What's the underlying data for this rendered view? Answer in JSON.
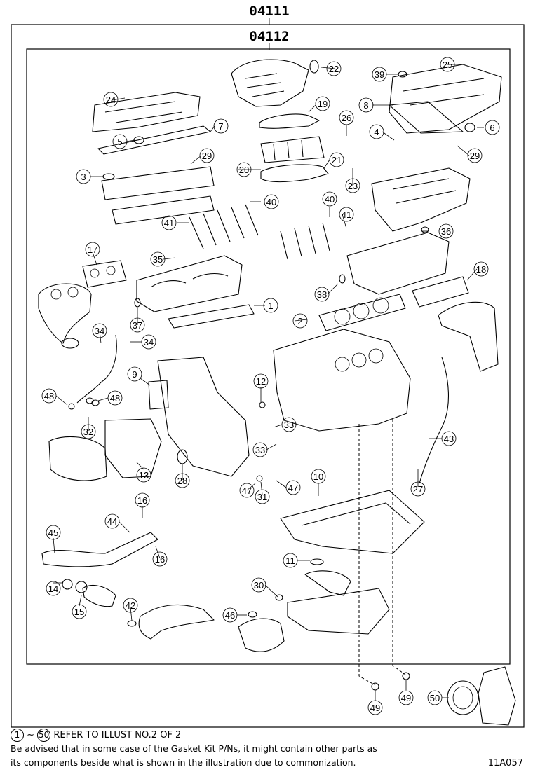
{
  "kits": {
    "outer": "04111",
    "inner": "04112"
  },
  "callouts": [
    {
      "id": "c1",
      "num": "1"
    },
    {
      "id": "c2",
      "num": "2"
    },
    {
      "id": "c3",
      "num": "3"
    },
    {
      "id": "c4",
      "num": "4"
    },
    {
      "id": "c5",
      "num": "5"
    },
    {
      "id": "c6",
      "num": "6"
    },
    {
      "id": "c7",
      "num": "7"
    },
    {
      "id": "c8",
      "num": "8"
    },
    {
      "id": "c9",
      "num": "9"
    },
    {
      "id": "c10",
      "num": "10"
    },
    {
      "id": "c11",
      "num": "11"
    },
    {
      "id": "c12",
      "num": "12"
    },
    {
      "id": "c13",
      "num": "13"
    },
    {
      "id": "c14",
      "num": "14"
    },
    {
      "id": "c15",
      "num": "15"
    },
    {
      "id": "c16a",
      "num": "16"
    },
    {
      "id": "c16b",
      "num": "16"
    },
    {
      "id": "c17",
      "num": "17"
    },
    {
      "id": "c18",
      "num": "18"
    },
    {
      "id": "c19",
      "num": "19"
    },
    {
      "id": "c20",
      "num": "20"
    },
    {
      "id": "c21",
      "num": "21"
    },
    {
      "id": "c22",
      "num": "22"
    },
    {
      "id": "c23",
      "num": "23"
    },
    {
      "id": "c24",
      "num": "24"
    },
    {
      "id": "c25",
      "num": "25"
    },
    {
      "id": "c26",
      "num": "26"
    },
    {
      "id": "c27",
      "num": "27"
    },
    {
      "id": "c28",
      "num": "28"
    },
    {
      "id": "c29a",
      "num": "29"
    },
    {
      "id": "c29b",
      "num": "29"
    },
    {
      "id": "c30",
      "num": "30"
    },
    {
      "id": "c31",
      "num": "31"
    },
    {
      "id": "c32",
      "num": "32"
    },
    {
      "id": "c33a",
      "num": "33"
    },
    {
      "id": "c33b",
      "num": "33"
    },
    {
      "id": "c34a",
      "num": "34"
    },
    {
      "id": "c34b",
      "num": "34"
    },
    {
      "id": "c35",
      "num": "35"
    },
    {
      "id": "c36",
      "num": "36"
    },
    {
      "id": "c37",
      "num": "37"
    },
    {
      "id": "c38",
      "num": "38"
    },
    {
      "id": "c39",
      "num": "39"
    },
    {
      "id": "c40a",
      "num": "40"
    },
    {
      "id": "c40b",
      "num": "40"
    },
    {
      "id": "c41a",
      "num": "41"
    },
    {
      "id": "c41b",
      "num": "41"
    },
    {
      "id": "c42",
      "num": "42"
    },
    {
      "id": "c43",
      "num": "43"
    },
    {
      "id": "c44",
      "num": "44"
    },
    {
      "id": "c45",
      "num": "45"
    },
    {
      "id": "c46",
      "num": "46"
    },
    {
      "id": "c47a",
      "num": "47"
    },
    {
      "id": "c47b",
      "num": "47"
    },
    {
      "id": "c48a",
      "num": "48"
    },
    {
      "id": "c48b",
      "num": "48"
    },
    {
      "id": "c49a",
      "num": "49"
    },
    {
      "id": "c49b",
      "num": "49"
    },
    {
      "id": "c50",
      "num": "50"
    }
  ],
  "footer": {
    "range_start": "1",
    "range_sep": "~",
    "range_end": "50",
    "refer_text": "REFER TO ILLUST NO.2 OF 2",
    "note_line1": "Be advised that in some case of the Gasket Kit P/Ns,  it might contain other parts as",
    "note_line2": "its components beside what is shown in the illustration due to commonization.",
    "figure_code": "11A057"
  }
}
